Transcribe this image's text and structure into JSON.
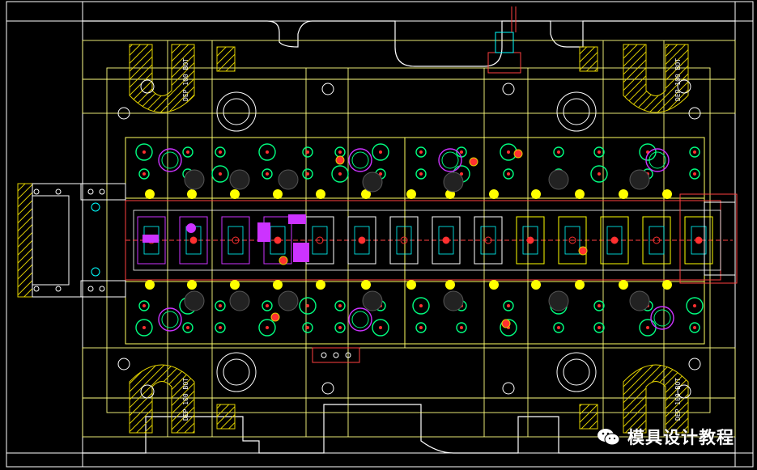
{
  "drawing": {
    "labels": {
      "top_left": "DEP 100 BOT",
      "top_right": "DEP 100 BOT",
      "bottom_left": "DEP 100 BOT",
      "bottom_right": "DEP 100 BOT"
    },
    "colors": {
      "background": "#000000",
      "outline": "#ffffff",
      "guide": "#ffff80",
      "hatch": "#e0d000",
      "pin": "#ffff00",
      "spring": "#00ff80",
      "punch": "#ff3030",
      "accent": "#cc33ff",
      "cyan": "#00ffff"
    }
  },
  "watermark": {
    "text": "模具设计教程",
    "logo": "wechat-icon"
  }
}
